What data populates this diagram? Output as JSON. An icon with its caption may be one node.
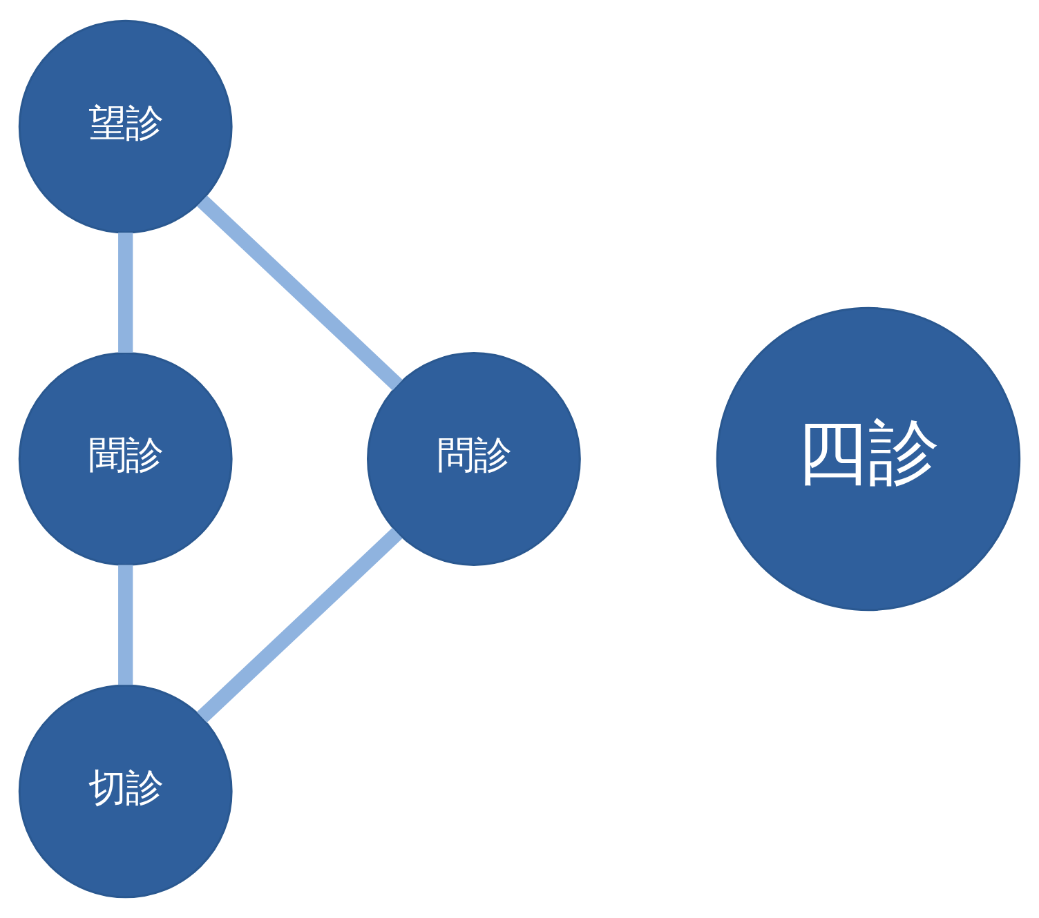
{
  "diagram": {
    "nodes": [
      {
        "text": [
          "望診"
        ]
      },
      {
        "text": [
          "問診"
        ]
      },
      {
        "text": [
          "四診"
        ]
      },
      {
        "text": [
          "聞診"
        ]
      },
      {
        "text": [
          "切診"
        ]
      }
    ],
    "edges": [
      {
        "from": 0,
        "to": 3,
        "arrow": "none"
      },
      {
        "from": 3,
        "to": 4,
        "arrow": "none"
      },
      {
        "from": 4,
        "to": 1,
        "arrow": "none"
      },
      {
        "from": 1,
        "to": 0,
        "arrow": "none"
      }
    ]
  }
}
